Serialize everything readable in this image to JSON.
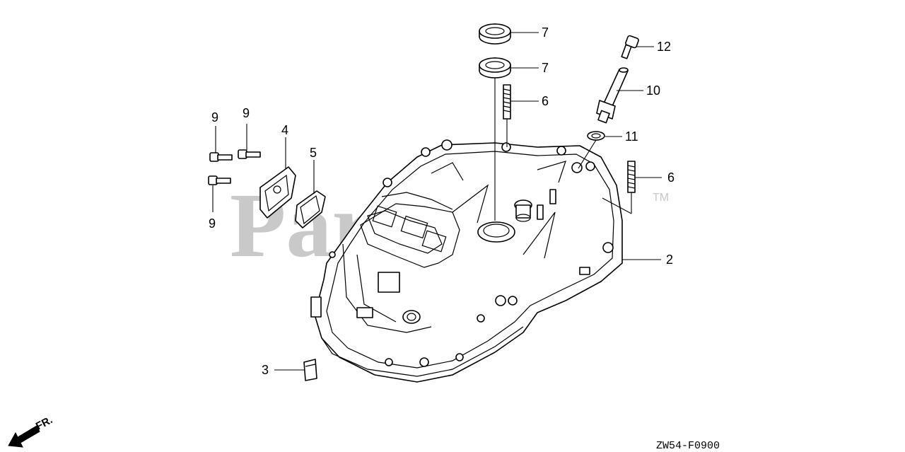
{
  "watermark": {
    "text": "PartsTree",
    "tm": "TM"
  },
  "callouts": {
    "c7a": "7",
    "c7b": "7",
    "c6a": "6",
    "c12": "12",
    "c10": "10",
    "c11": "11",
    "c6b": "6",
    "c2": "2",
    "c4": "4",
    "c5": "5",
    "c9a": "9",
    "c9b": "9",
    "c9c": "9",
    "c3": "3"
  },
  "direction_label": "FR.",
  "diagram_code": "ZW54-F0900",
  "icons": [
    "front-direction-arrow-icon"
  ]
}
